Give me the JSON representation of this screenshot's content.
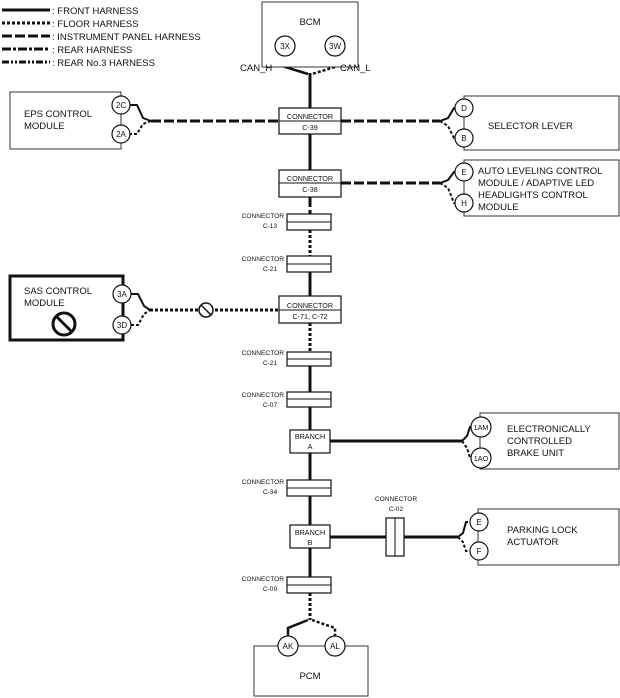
{
  "legend": [
    {
      "label": ": FRONT HARNESS",
      "dash": "solid"
    },
    {
      "label": ": FLOOR HARNESS",
      "dash": "floor"
    },
    {
      "label": ": INSTRUMENT PANEL HARNESS",
      "dash": "ip"
    },
    {
      "label": ": REAR HARNESS",
      "dash": "rear"
    },
    {
      "label": ": REAR No.3 HARNESS",
      "dash": "rear3"
    }
  ],
  "bcm": {
    "label": "BCM",
    "pin_left": "3X",
    "pin_right": "3W",
    "can_h": "CAN_H",
    "can_l": "CAN_L"
  },
  "eps": {
    "line1": "EPS CONTROL",
    "line2": "MODULE",
    "pin_top": "2C",
    "pin_bottom": "2A"
  },
  "selector": {
    "label": "SELECTOR LEVER",
    "pin_top": "D",
    "pin_bottom": "B"
  },
  "auto_leveling": {
    "line1": "AUTO LEVELING CONTROL",
    "line2": "MODULE / ADAPTIVE LED",
    "line3": "HEADLIGHTS CONTROL",
    "line4": "MODULE",
    "pin_top": "E",
    "pin_bottom": "H"
  },
  "sas": {
    "line1": "SAS CONTROL",
    "line2": "MODULE",
    "pin_top": "3A",
    "pin_bottom": "3D"
  },
  "ebcu": {
    "line1": "ELECTRONICALLY",
    "line2": "CONTROLLED",
    "line3": "BRAKE UNIT",
    "pin_top": "1AM",
    "pin_bottom": "1AO"
  },
  "parking": {
    "line1": "PARKING LOCK",
    "line2": "ACTUATOR",
    "pin_top": "E",
    "pin_bottom": "F"
  },
  "pcm": {
    "label": "PCM",
    "pin_left": "AK",
    "pin_right": "AL"
  },
  "conn_c39": {
    "l1": "CONNECTOR",
    "l2": "C-39"
  },
  "conn_c38": {
    "l1": "CONNECTOR",
    "l2": "C-38"
  },
  "conn_c13": {
    "l1": "CONNECTOR",
    "l2": "C-13"
  },
  "conn_c21a": {
    "l1": "CONNECTOR",
    "l2": "C-21"
  },
  "conn_c71": {
    "l1": "CONNECTOR",
    "l2": "C-71, C-72"
  },
  "conn_c21b": {
    "l1": "CONNECTOR",
    "l2": "C-21"
  },
  "conn_c07": {
    "l1": "CONNECTOR",
    "l2": "C-07"
  },
  "branch_a": {
    "l1": "BRANCH",
    "l2": "A"
  },
  "conn_c34": {
    "l1": "CONNECTOR",
    "l2": "C-34"
  },
  "branch_b": {
    "l1": "BRANCH",
    "l2": "B"
  },
  "conn_c02": {
    "l1": "CONNECTOR",
    "l2": "C-02"
  },
  "conn_c09": {
    "l1": "CONNECTOR",
    "l2": "C-09"
  },
  "colors": {
    "line": "#111111",
    "box_border": "#333333"
  }
}
